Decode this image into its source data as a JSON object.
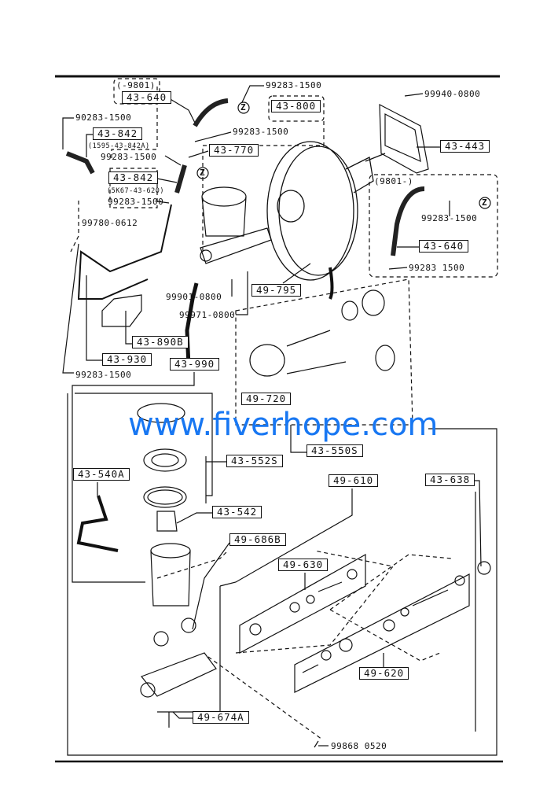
{
  "diagram": {
    "labels": {
      "range_early_top": "(-9801)",
      "hose_43_640_top": "43-640",
      "clip_top_right": "99283-1500",
      "booster": "43-800",
      "nut_booster": "99940-0800",
      "pipe_clip_left": "90283-1500",
      "hose_43_842_a": "43-842",
      "hose_43_842_a_note": "(1595-43-842A)",
      "clip_mid": "99283-1500",
      "joint_43_770": "43-770",
      "clip_left_mid": "99283-1500",
      "hose_43_842_b": "43-842",
      "hose_43_842_b_note": "(5K67-43-620)",
      "clip_left_low": "99283-1500",
      "gasket": "43-443",
      "range_late": "(9801-)",
      "clip_late": "99283-1500",
      "hose_43_640_late": "43-640",
      "clip_late_low": "99283 1500",
      "bolt_99780": "99780-0612",
      "nut_99901": "99901-0800",
      "washer_99971": "99971-0800",
      "check_valve": "49-795",
      "bracket": "43-890B",
      "pipe_43_930": "43-930",
      "clip_bottom_left": "99283-1500",
      "master_cyl": "43-990",
      "booster_kit": "49-720",
      "reservoir_assy": "43-550S",
      "cap_kit": "43-552S",
      "fluid_sensor": "43-540A",
      "kit_49_610": "49-610",
      "snap_ring": "43-638",
      "strainer": "43-542",
      "grommet": "49-686B",
      "kit_49_630": "49-630",
      "kit_49_620": "49-620",
      "stop_bolt": "49-674A",
      "bolt_bottom": "99868 0520",
      "z_marker": "Z"
    },
    "watermark": "www.fiverhope.com"
  }
}
